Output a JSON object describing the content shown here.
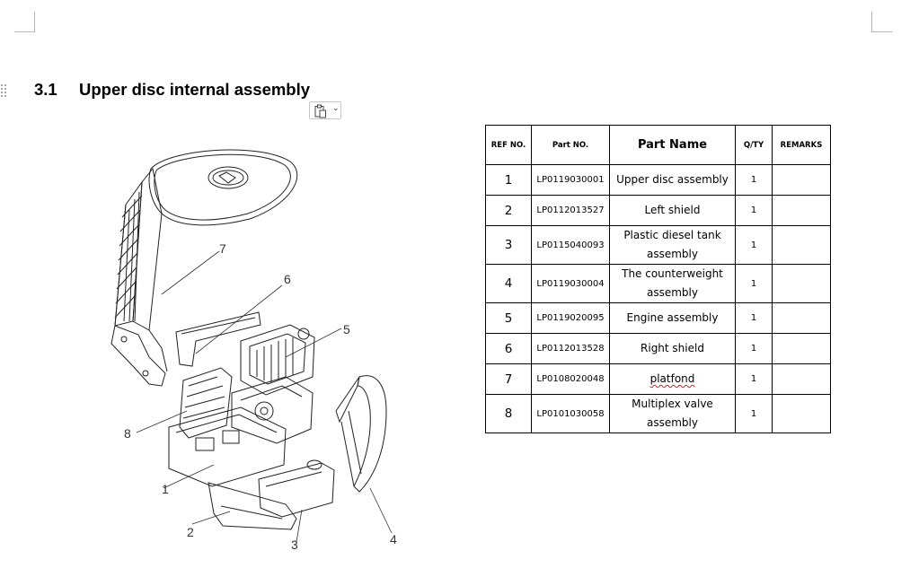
{
  "section": {
    "number": "3.1",
    "title": "Upper disc internal assembly"
  },
  "paste_options": {
    "icon": "clipboard-icon",
    "caret": "⌄"
  },
  "figure": {
    "callouts": [
      "1",
      "2",
      "3",
      "4",
      "5",
      "6",
      "7",
      "8"
    ]
  },
  "table": {
    "headers": {
      "ref": "REF NO.",
      "part_no": "Part NO.",
      "name": "Part Name",
      "qty": "Q/TY",
      "remarks": "REMARKS"
    },
    "rows": [
      {
        "ref": "1",
        "part_no": "LP0119030001",
        "name": "Upper disc assembly",
        "qty": "1",
        "remarks": ""
      },
      {
        "ref": "2",
        "part_no": "LP0112013527",
        "name": "Left shield",
        "qty": "1",
        "remarks": ""
      },
      {
        "ref": "3",
        "part_no": "LP0115040093",
        "name": "Plastic diesel tank assembly",
        "qty": "1",
        "remarks": ""
      },
      {
        "ref": "4",
        "part_no": "LP0119030004",
        "name": "The counterweight assembly",
        "qty": "1",
        "remarks": ""
      },
      {
        "ref": "5",
        "part_no": "LP0119020095",
        "name": "Engine assembly",
        "qty": "1",
        "remarks": ""
      },
      {
        "ref": "6",
        "part_no": "LP0112013528",
        "name": "Right shield",
        "qty": "1",
        "remarks": ""
      },
      {
        "ref": "7",
        "part_no": "LP0108020048",
        "name": "platfond",
        "qty": "1",
        "remarks": "",
        "spellcheck": true
      },
      {
        "ref": "8",
        "part_no": "LP0101030058",
        "name": "Multiplex valve assembly",
        "qty": "1",
        "remarks": ""
      }
    ]
  }
}
